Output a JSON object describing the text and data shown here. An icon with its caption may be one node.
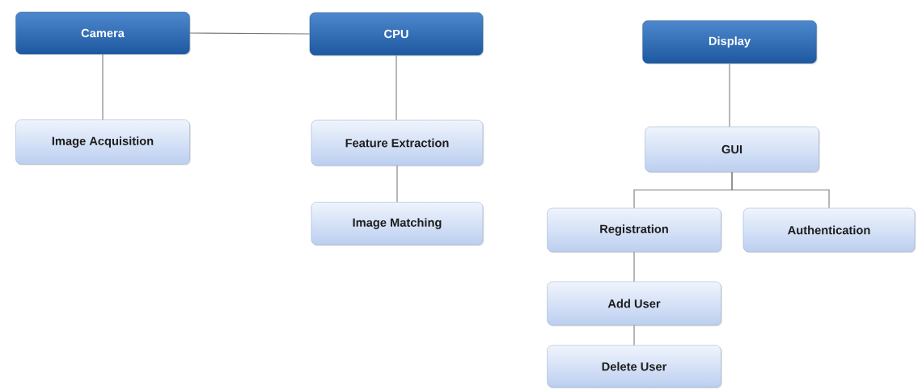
{
  "diagram": {
    "nodes": [
      {
        "text": [
          "Camera"
        ]
      },
      {
        "text": [
          "CPU"
        ]
      },
      {
        "text": [
          "Display"
        ]
      },
      {
        "text": [
          "Image Acquisition"
        ]
      },
      {
        "text": [
          "Feature Extraction"
        ]
      },
      {
        "text": [
          "Image Matching"
        ]
      },
      {
        "text": [
          "GUI"
        ]
      },
      {
        "text": [
          "Registration"
        ]
      },
      {
        "text": [
          "Authentication"
        ]
      },
      {
        "text": [
          "Add User"
        ]
      },
      {
        "text": [
          "Delete User"
        ]
      }
    ],
    "edges": [
      {
        "from": 0,
        "to": 1,
        "arrow": "none"
      },
      {
        "from": 0,
        "to": 3,
        "arrow": "none"
      },
      {
        "from": 1,
        "to": 4,
        "arrow": "none"
      },
      {
        "from": 4,
        "to": 5,
        "arrow": "none"
      },
      {
        "from": 2,
        "to": 6,
        "arrow": "none"
      },
      {
        "from": 6,
        "to": 7,
        "arrow": "none"
      },
      {
        "from": 6,
        "to": 8,
        "arrow": "none"
      },
      {
        "from": 7,
        "to": 9,
        "arrow": "none"
      },
      {
        "from": 9,
        "to": 10,
        "arrow": "none"
      }
    ]
  }
}
